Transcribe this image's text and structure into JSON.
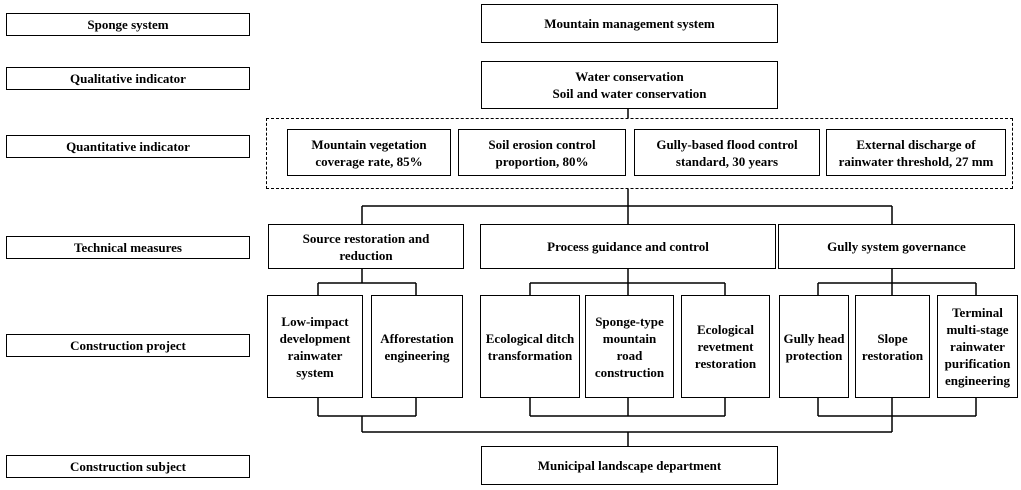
{
  "labels": {
    "sponge_system": "Sponge system",
    "qualitative": "Qualitative indicator",
    "quantitative": "Quantitative indicator",
    "technical": "Technical measures",
    "construction_project": "Construction project",
    "construction_subject": "Construction subject"
  },
  "top": "Mountain management system",
  "qualitative": {
    "line1": "Water conservation",
    "line2": "Soil and water conservation"
  },
  "quantitative": [
    "Mountain vegetation\ncoverage rate, 85%",
    "Soil erosion control\nproportion, 80%",
    "Gully-based flood control\nstandard, 30 years",
    "External discharge of\nrainwater threshold, 27 mm"
  ],
  "measures": [
    "Source restoration and\nreduction",
    "Process guidance and control",
    "Gully system governance"
  ],
  "projects": [
    "Low-impact\ndevelopment\nrainwater\nsystem",
    "Afforestation\nengineering",
    "Ecological ditch\ntransformation",
    "Sponge-type\nmountain\nroad\nconstruction",
    "Ecological\nrevetment\nrestoration",
    "Gully head\nprotection",
    "Slope\nrestoration",
    "Terminal\nmulti-stage\nrainwater\npurification\nengineering"
  ],
  "subject": "Municipal landscape department"
}
